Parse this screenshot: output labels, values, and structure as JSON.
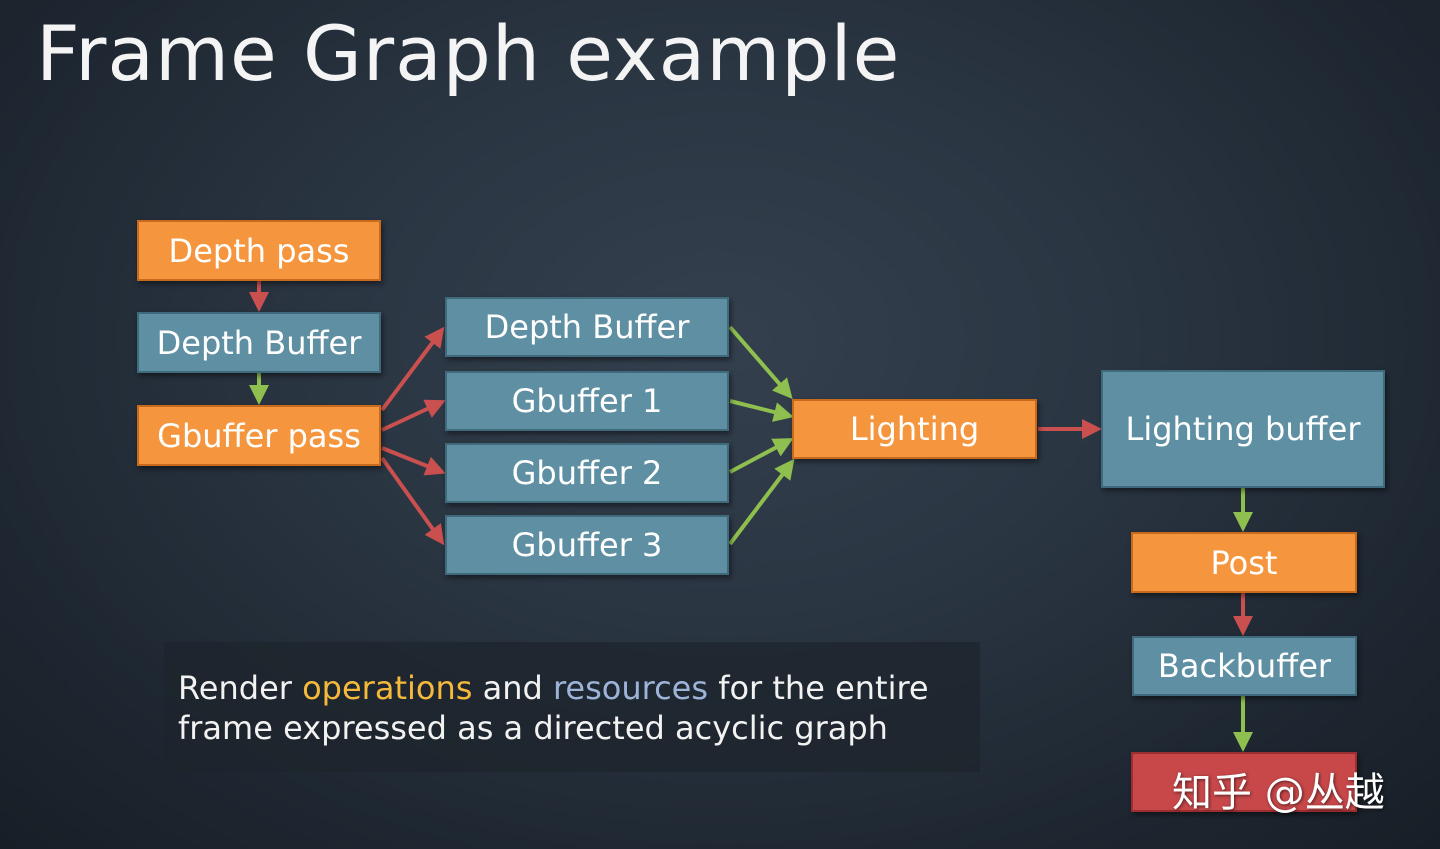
{
  "title": "Frame Graph example",
  "nodes": {
    "depth_pass": "Depth pass",
    "depth_buffer_left": "Depth Buffer",
    "gbuffer_pass": "Gbuffer pass",
    "depth_buffer_mid": "Depth Buffer",
    "gbuffer1": "Gbuffer 1",
    "gbuffer2": "Gbuffer 2",
    "gbuffer3": "Gbuffer 3",
    "lighting": "Lighting",
    "lighting_buffer": "Lighting buffer",
    "post": "Post",
    "backbuffer": "Backbuffer",
    "present": ""
  },
  "caption": {
    "part1": "Render ",
    "operations": "operations",
    "part2": " and ",
    "resources": "resources",
    "part3": " for the entire frame expressed as a directed acyclic graph"
  },
  "watermark": "知乎 @丛越",
  "colors": {
    "operation": "#f5963f",
    "resource": "#5f8fa3",
    "write_edge": "#c9504f",
    "read_edge": "#8fbf4e",
    "highlight_operations": "#f5b93b",
    "highlight_resources": "#9db3d8"
  }
}
